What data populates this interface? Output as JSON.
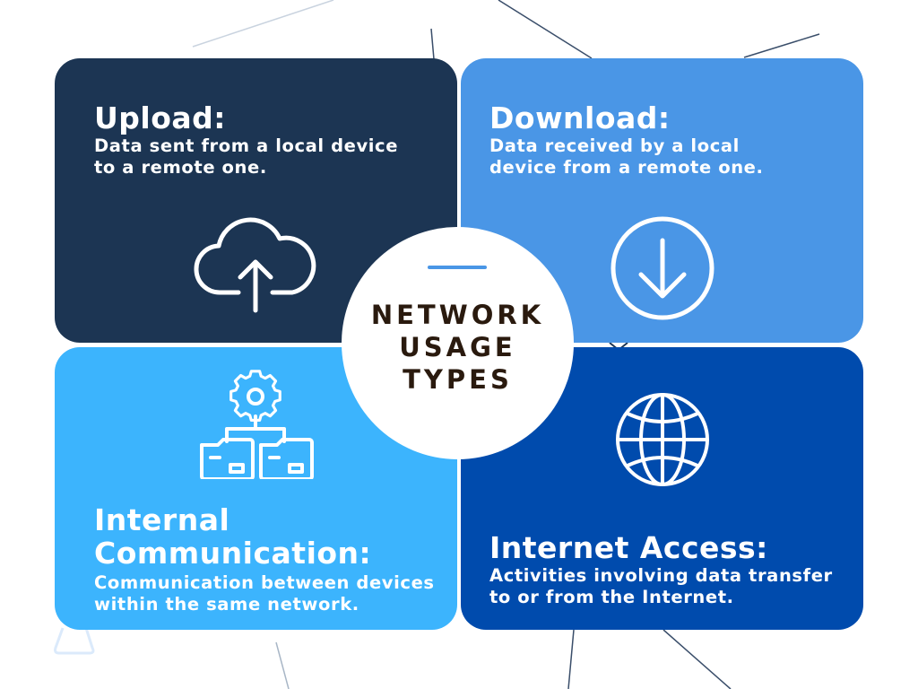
{
  "center": {
    "line1": "NETWORK",
    "line2": "USAGE",
    "line3": "TYPES",
    "accent_color": "#4a96e6",
    "text_color": "#2a1a0e"
  },
  "cards": [
    {
      "id": "upload",
      "title": "Upload:",
      "desc1": "Data sent from a local device",
      "desc2": "to a remote one.",
      "icon": "cloud-upload-icon",
      "color": "#1c3553"
    },
    {
      "id": "download",
      "title": "Download:",
      "desc1": "Data received by a local",
      "desc2": "device from a remote one.",
      "icon": "download-circle-icon",
      "color": "#4a96e6"
    },
    {
      "id": "internal",
      "title1": "Internal",
      "title2": "Communication:",
      "desc1": "Communication between devices",
      "desc2": "within the same network.",
      "icon": "gear-folders-network-icon",
      "color": "#3cb4fd"
    },
    {
      "id": "internet",
      "title": "Internet Access:",
      "desc1": "Activities involving data transfer",
      "desc2": "to or from the Internet.",
      "icon": "globe-icon",
      "color": "#004bad"
    }
  ]
}
